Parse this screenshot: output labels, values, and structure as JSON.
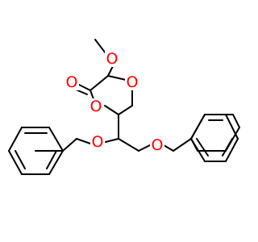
{
  "molecule": {
    "atoms": [
      {
        "id": "o-methoxy",
        "symbol": "O"
      },
      {
        "id": "o-carbonyl",
        "symbol": "O"
      },
      {
        "id": "o-ring-upper",
        "symbol": "O"
      },
      {
        "id": "o-ring-lower",
        "symbol": "O"
      },
      {
        "id": "o-benzyloxy-left",
        "symbol": "O"
      },
      {
        "id": "o-benzyloxy-right",
        "symbol": "O"
      }
    ]
  },
  "colors": {
    "oxygen": "#ff0000",
    "bond": "#000000",
    "background": "#ffffff"
  }
}
